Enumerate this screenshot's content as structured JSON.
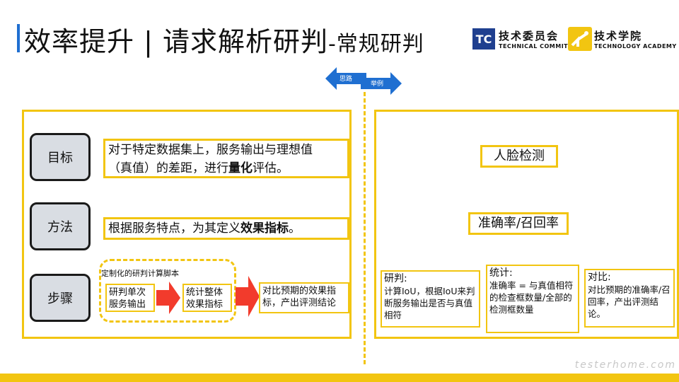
{
  "header": {
    "title_main": "效率提升 | 请求解析研判",
    "title_sub": "-常规研判",
    "logo_tc": {
      "badge": "TC",
      "cn": "技术委员会",
      "en": "TECHNICAL COMMITTEE"
    },
    "logo_ta": {
      "cn": "技术学院",
      "en": "TECHNOLOGY ACADEMY"
    }
  },
  "nav": {
    "left_label": "思路",
    "right_label": "举例"
  },
  "left_panel": {
    "goal": {
      "label": "目标",
      "text_line1": "对于特定数据集上，服务输出与理想值",
      "text_line2_pre": "（真值）的差距，进行",
      "text_line2_bold": "量化",
      "text_line2_post": "评估。"
    },
    "method": {
      "label": "方法",
      "text_pre": "根据服务特点，为其定义",
      "text_bold": "效果指标",
      "text_post": "。"
    },
    "steps": {
      "label": "步骤",
      "script_tag": "定制化的研判计算脚本",
      "step1": "研判单次服务输出",
      "step2": "统计整体效果指标",
      "step3": "对比预期的效果指标，产出评测结论"
    }
  },
  "right_panel": {
    "face_detection": "人脸检测",
    "metric": "准确率/召回率",
    "judge": {
      "title": "研判:",
      "body": "计算IoU，根据IoU来判断服务输出是否与真值相符"
    },
    "stats": {
      "title": "统计:",
      "body": "准确率 = 与真值相符的检查框数量/全部的检测框数量"
    },
    "compare": {
      "title": "对比:",
      "body": "对比预期的准确率/召回率，产出评测结论。"
    }
  },
  "watermark": "testerhome.com",
  "colors": {
    "accent_yellow": "#f2c511",
    "arrow_blue": "#1f6fd1",
    "arrow_red": "#f23b2c",
    "button_gray": "#d9dde3"
  }
}
